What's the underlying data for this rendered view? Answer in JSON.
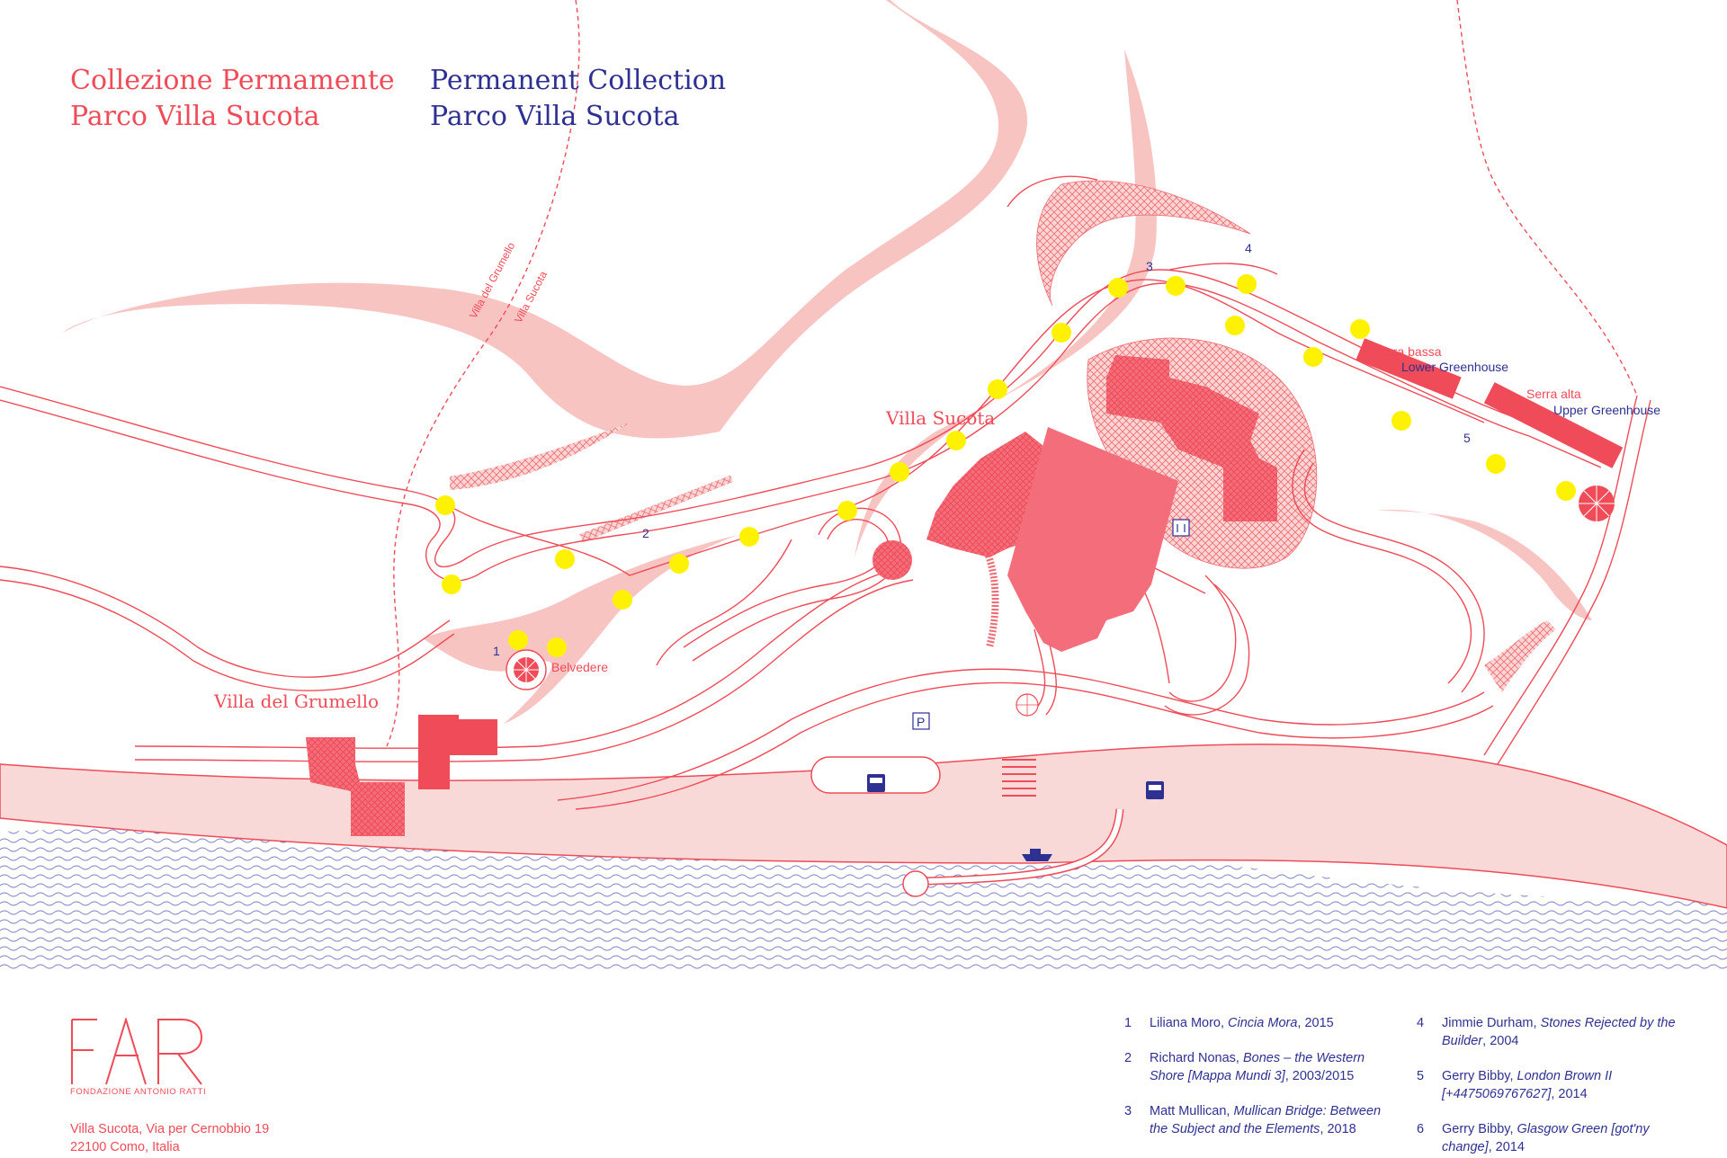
{
  "title_it": [
    "Collezione Permamente",
    "Parco Villa Sucota"
  ],
  "title_en": [
    "Permanent Collection",
    "Parco Villa Sucota"
  ],
  "labels": {
    "villa_sucota": "Villa Sucota",
    "villa_grumello": "Villa del Grumello",
    "belvedere": "Belvedere",
    "serra_bassa": "Serra bassa",
    "lower_greenhouse": "Lower Greenhouse",
    "serra_alta": "Serra alta",
    "upper_greenhouse": "Upper Greenhouse",
    "road_1": "Villa del Grumello",
    "road_2": "Villa Sucota"
  },
  "markers": [
    "1",
    "2",
    "3",
    "4",
    "5"
  ],
  "legend": [
    {
      "num": "1",
      "artist": "Liliana Moro,",
      "work": "Cincia Mora",
      "year": ", 2015"
    },
    {
      "num": "2",
      "artist": "Richard Nonas,",
      "work": "Bones – the Western Shore [Mappa Mundi 3]",
      "year": ", 2003/2015"
    },
    {
      "num": "3",
      "artist": "Matt Mullican,",
      "work": "Mullican Bridge: Between the Subject and the Elements",
      "year": ", 2018"
    },
    {
      "num": "4",
      "artist": "Jimmie Durham,",
      "work": "Stones Rejected by the Builder",
      "year": ", 2004"
    },
    {
      "num": "5",
      "artist": "Gerry Bibby,",
      "work": "London Brown II [+4475069767627]",
      "year": ", 2014"
    },
    {
      "num": "6",
      "artist": "Gerry Bibby,",
      "work": "Glasgow Green [got'ny change]",
      "year": ", 2014"
    }
  ],
  "logo": {
    "letters": "FAR",
    "foundation": "FONDAZIONE ANTONIO RATTI"
  },
  "address": [
    "Villa Sucota, Via per Cernobbio 19",
    "22100 Como, Italia"
  ],
  "map_icons": [
    "parking-icon",
    "bus-stop-icon",
    "boat-icon",
    "elevator-icon"
  ],
  "colors": {
    "accent_red": "#ef4b58",
    "pink": "#f8c4c2",
    "navy": "#2e3192",
    "yellow": "#fff200",
    "building": "#f36e7a"
  }
}
